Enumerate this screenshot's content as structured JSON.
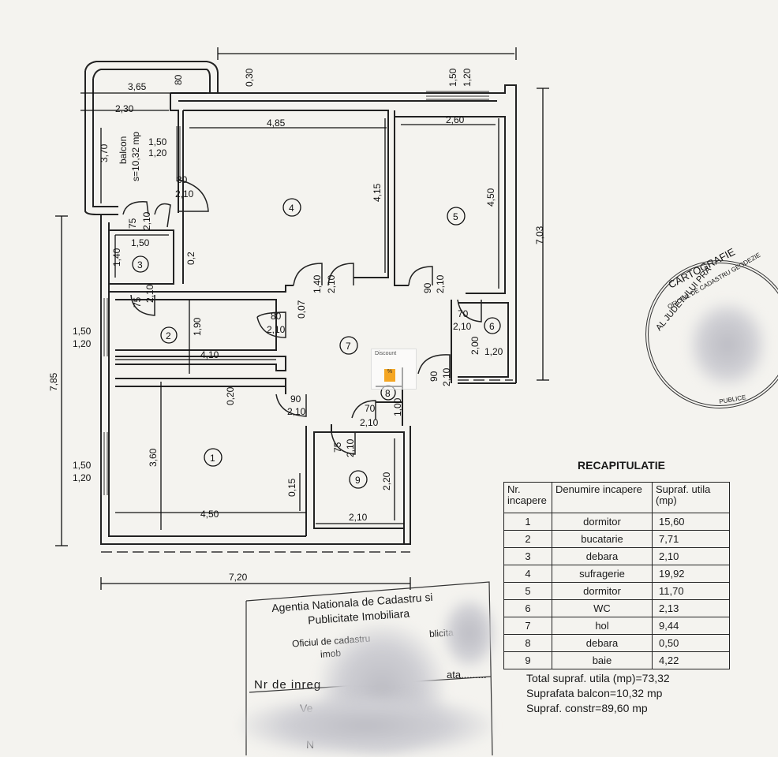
{
  "dimensions": {
    "balcony_w": "3,65",
    "balcony_top": "80",
    "top_030": "0,30",
    "win_top_a": "1,50",
    "win_top_b": "1,20",
    "balcony_230": "2,30",
    "balcony_370": "3,70",
    "balcony_label": "balcon",
    "balcony_area": "s=10,32 mp",
    "win_bal_a": "1,50",
    "win_bal_b": "1,20",
    "r4_w": "4,85",
    "r4_h": "4,15",
    "r5_w": "2,60",
    "r5_h": "4,50",
    "total_h_right": "7,03",
    "door_80a": "80",
    "door_210a": "2,10",
    "r3_door_75": "75",
    "r3_door_210": "2,10",
    "r3_w": "1,50",
    "r3_h": "1,40",
    "r3_02": "0,2",
    "r3_door2_75": "75",
    "r3_door2_210": "2,10",
    "door_140": "1,40",
    "door_140_210": "2,10",
    "door_90r5": "90",
    "door_90r5_210": "2,10",
    "hall_007": "0,07",
    "door_80b": "80",
    "door_80b_210": "2,10",
    "r2_h": "1,90",
    "r2_w": "4,10",
    "r6_door_70": "70",
    "r6_door_210": "2,10",
    "r6_h": "2,00",
    "r6_w": "1,20",
    "door_90ent": "90",
    "door_90ent_210": "2,10",
    "r1_020": "0,20",
    "door_90r1": "90",
    "door_90r1_210": "2,10",
    "r8_door_70": "70",
    "r8_door_210": "2,10",
    "r8_h": "1,00",
    "total_h_left": "7,85",
    "win_r2_a": "1,50",
    "win_r2_b": "1,20",
    "r1_h": "3,60",
    "r1_015": "0,15",
    "r1_w": "4,50",
    "win_r1_a": "1,50",
    "win_r1_b": "1,20",
    "r9_door_75": "75",
    "r9_door_210": "2,10",
    "r9_h": "2,20",
    "r9_w": "2,10",
    "total_w": "7,20"
  },
  "room_numbers": [
    "1",
    "2",
    "3",
    "4",
    "5",
    "6",
    "7",
    "8",
    "9"
  ],
  "overlay": {
    "discount_label": "Discount",
    "tag": "%"
  },
  "recap": {
    "title": "RECAPITULATIE",
    "headers": [
      "Nr. incapere",
      "Denumire incapere",
      "Supraf. utila (mp)"
    ],
    "rows": [
      {
        "nr": "1",
        "name": "dormitor",
        "area": "15,60"
      },
      {
        "nr": "2",
        "name": "bucatarie",
        "area": "7,71"
      },
      {
        "nr": "3",
        "name": "debara",
        "area": "2,10"
      },
      {
        "nr": "4",
        "name": "sufragerie",
        "area": "19,92"
      },
      {
        "nr": "5",
        "name": "dormitor",
        "area": "11,70"
      },
      {
        "nr": "6",
        "name": "WC",
        "area": "2,13"
      },
      {
        "nr": "7",
        "name": "hol",
        "area": "9,44"
      },
      {
        "nr": "8",
        "name": "debara",
        "area": "0,50"
      },
      {
        "nr": "9",
        "name": "baie",
        "area": "4,22"
      }
    ],
    "total_useful": "Total supraf. utila (mp)=73,32",
    "balcony_total": "Suprafata balcon=10,32 mp",
    "built_total": "Supraf. constr=89,60 mp"
  },
  "stamp": {
    "line1": "Agentia Nationala de Cadastru si",
    "line2": "Publicitate Imobiliara",
    "line3": "Oficiul de cadastru",
    "line3b": "blicita",
    "line4": "imob",
    "line5": "Nr de inreg",
    "line5b": "ata.........",
    "line6": "Ve",
    "line7": "N"
  },
  "seal": {
    "text_a": "CARTOGRAFIE",
    "text_b": "OFICIUL DE CADASTRU GEODEZIE",
    "text_c": "AL JUDETULUI PRA",
    "text_d": "PUBLICE"
  }
}
